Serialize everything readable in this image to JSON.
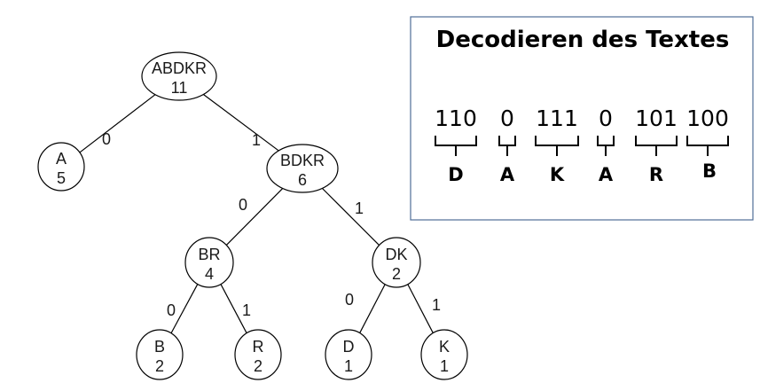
{
  "tree": {
    "nodes": [
      {
        "id": "root",
        "label": "ABDKR",
        "value": "11"
      },
      {
        "id": "A",
        "label": "A",
        "value": "5"
      },
      {
        "id": "BDKR",
        "label": "BDKR",
        "value": "6"
      },
      {
        "id": "BR",
        "label": "BR",
        "value": "4"
      },
      {
        "id": "DK",
        "label": "DK",
        "value": "2"
      },
      {
        "id": "B",
        "label": "B",
        "value": "2"
      },
      {
        "id": "R",
        "label": "R",
        "value": "2"
      },
      {
        "id": "D",
        "label": "D",
        "value": "1"
      },
      {
        "id": "K",
        "label": "K",
        "value": "1"
      }
    ],
    "edges": [
      {
        "from": "root",
        "to": "A",
        "label": "0"
      },
      {
        "from": "root",
        "to": "BDKR",
        "label": "1"
      },
      {
        "from": "BDKR",
        "to": "BR",
        "label": "0"
      },
      {
        "from": "BDKR",
        "to": "DK",
        "label": "1"
      },
      {
        "from": "BR",
        "to": "B",
        "label": "0"
      },
      {
        "from": "BR",
        "to": "R",
        "label": "1"
      },
      {
        "from": "DK",
        "to": "D",
        "label": "0"
      },
      {
        "from": "DK",
        "to": "K",
        "label": "1"
      }
    ]
  },
  "decode_panel": {
    "title": "Decodieren des Textes",
    "groups": [
      {
        "code": "110",
        "letter": "D"
      },
      {
        "code": "0",
        "letter": "A"
      },
      {
        "code": "111",
        "letter": "K"
      },
      {
        "code": "0",
        "letter": "A"
      },
      {
        "code": "101",
        "letter": "R"
      },
      {
        "code": "100",
        "letter": "B"
      }
    ]
  },
  "colors": {
    "panel_border": "#4f6e98",
    "line": "#000000",
    "text": "#1a1a1a"
  }
}
